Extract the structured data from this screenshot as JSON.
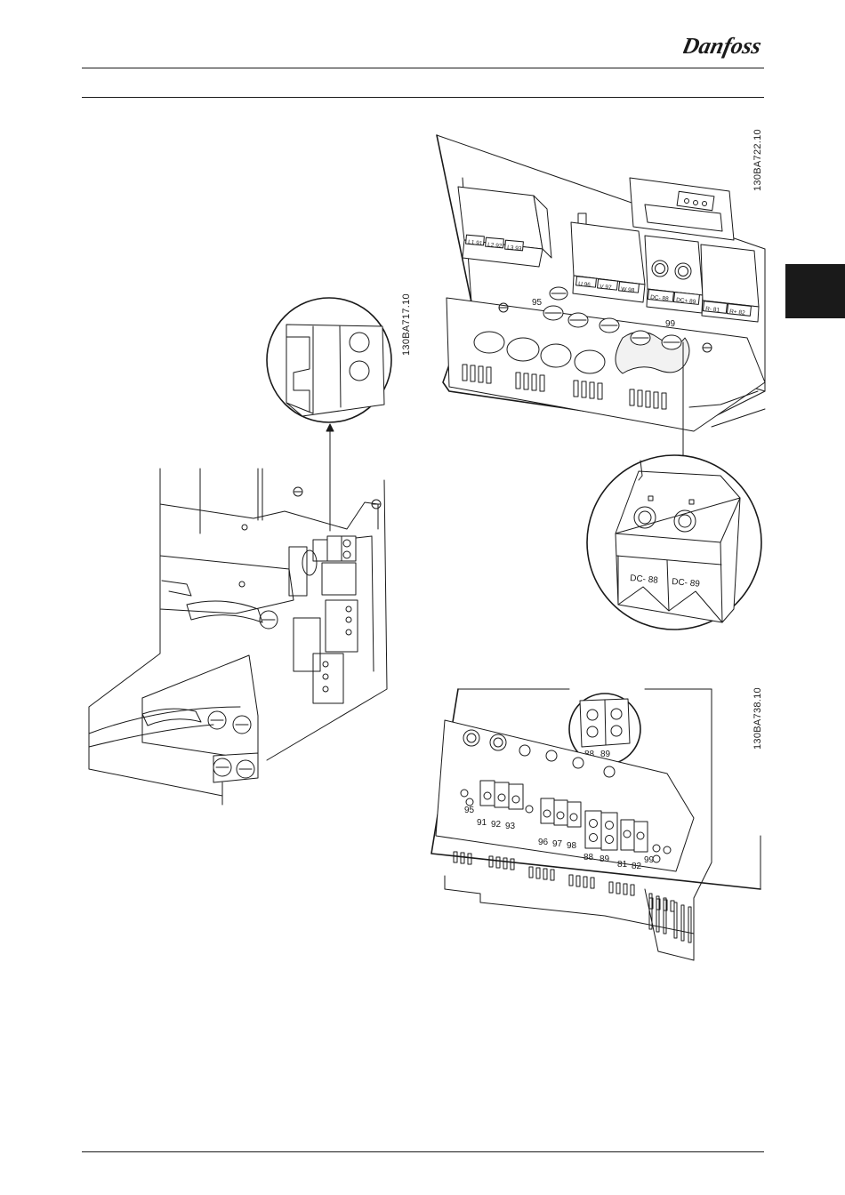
{
  "header": {
    "brand_text": "Danfoss"
  },
  "chapter_tab": {
    "color": "#1a1a1a"
  },
  "figures": {
    "top_right": {
      "reference_code": "130BA722.10",
      "terminal_labels": [
        "L1 91",
        "L2 92",
        "L3 93",
        "U 96",
        "V 97",
        "W 98",
        "DC- 88",
        "DC+ 89",
        "R- 81",
        "R+ 82"
      ],
      "ground_labels": [
        "95",
        "99"
      ],
      "detail_labels": [
        "DC- 88",
        "DC- 89"
      ]
    },
    "left": {
      "reference_code": "130BA717.10"
    },
    "bottom_right": {
      "reference_code": "130BA738.10",
      "detail_labels": [
        "88",
        "89"
      ],
      "terminal_labels": [
        "91",
        "92",
        "93",
        "96",
        "97",
        "98",
        "88",
        "89",
        "81",
        "82"
      ],
      "ground_labels": [
        "95",
        "99"
      ]
    }
  }
}
